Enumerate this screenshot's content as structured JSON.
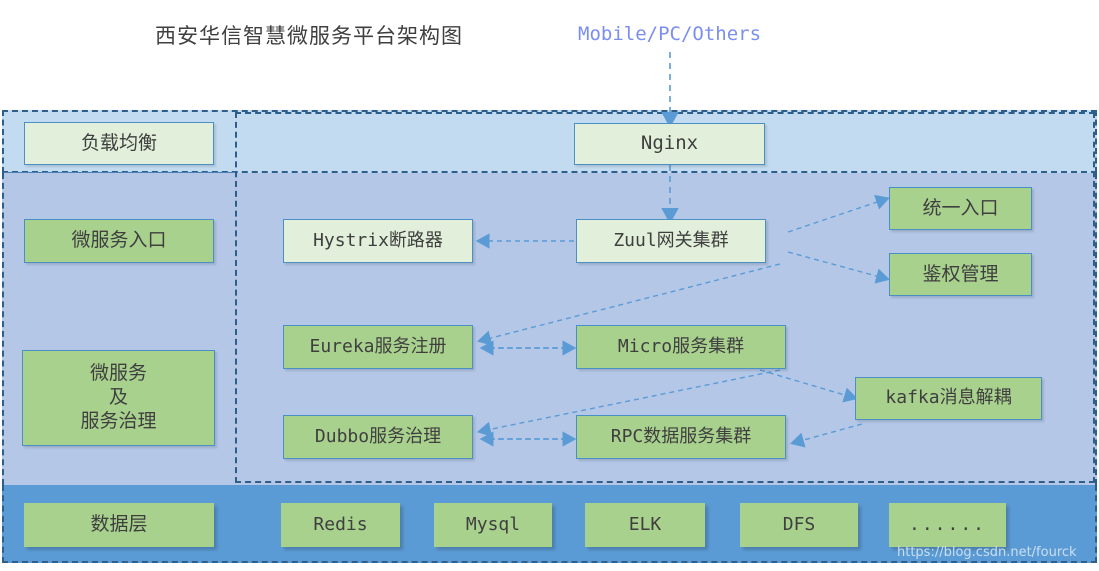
{
  "diagram": {
    "title": "西安华信智慧微服务平台架构图",
    "client_label": "Mobile/PC/Others",
    "watermark": "https://blog.csdn.net/fourck",
    "colors": {
      "band_load_balance": "#c3dbf0",
      "band_microservice": "#b4c7e7",
      "band_data_layer": "#5b9bd5",
      "node_pale_green": "#e2efda",
      "node_green": "#a9d18e",
      "border_blue": "#4a90c4",
      "dash_border": "#2e5f8a",
      "arrow_blue": "#5b9bd5",
      "client_text": "#7b8ef0"
    }
  },
  "layers": {
    "load_balance": {
      "label": "负载均衡",
      "nodes": [
        {
          "label": "Nginx"
        }
      ]
    },
    "microservice": {
      "entry_label": "微服务入口",
      "governance_label_line1": "微服务",
      "governance_label_line2": "及",
      "governance_label_line3": "服务治理",
      "nodes": [
        {
          "label": "Hystrix断路器"
        },
        {
          "label": "Zuul网关集群"
        },
        {
          "label": "统一入口"
        },
        {
          "label": "鉴权管理"
        },
        {
          "label": "Eureka服务注册"
        },
        {
          "label": "Micro服务集群"
        },
        {
          "label": "kafka消息解耦"
        },
        {
          "label": "Dubbo服务治理"
        },
        {
          "label": "RPC数据服务集群"
        }
      ]
    },
    "data_layer": {
      "label": "数据层",
      "nodes": [
        {
          "label": "Redis"
        },
        {
          "label": "Mysql"
        },
        {
          "label": "ELK"
        },
        {
          "label": "DFS"
        },
        {
          "label": "......"
        }
      ]
    }
  },
  "connections": [
    {
      "from": "Mobile/PC/Others",
      "to": "Nginx",
      "style": "dashed-arrow"
    },
    {
      "from": "Nginx",
      "to": "Zuul网关集群",
      "style": "dashed-arrow"
    },
    {
      "from": "Zuul网关集群",
      "to": "Hystrix断路器",
      "style": "dashed-arrow"
    },
    {
      "from": "Zuul网关集群",
      "to": "统一入口",
      "style": "dashed-arrow"
    },
    {
      "from": "Zuul网关集群",
      "to": "鉴权管理",
      "style": "dashed-arrow"
    },
    {
      "from": "Zuul网关集群",
      "to": "Eureka服务注册",
      "style": "dashed-arrow"
    },
    {
      "from": "Eureka服务注册",
      "to": "Micro服务集群",
      "style": "dashed-arrow-both"
    },
    {
      "from": "Micro服务集群",
      "to": "Dubbo服务治理",
      "style": "dashed-arrow"
    },
    {
      "from": "Micro服务集群",
      "to": "kafka消息解耦",
      "style": "dashed-arrow"
    },
    {
      "from": "Dubbo服务治理",
      "to": "RPC数据服务集群",
      "style": "dashed-arrow-both"
    },
    {
      "from": "kafka消息解耦",
      "to": "RPC数据服务集群",
      "style": "dashed-arrow"
    }
  ]
}
